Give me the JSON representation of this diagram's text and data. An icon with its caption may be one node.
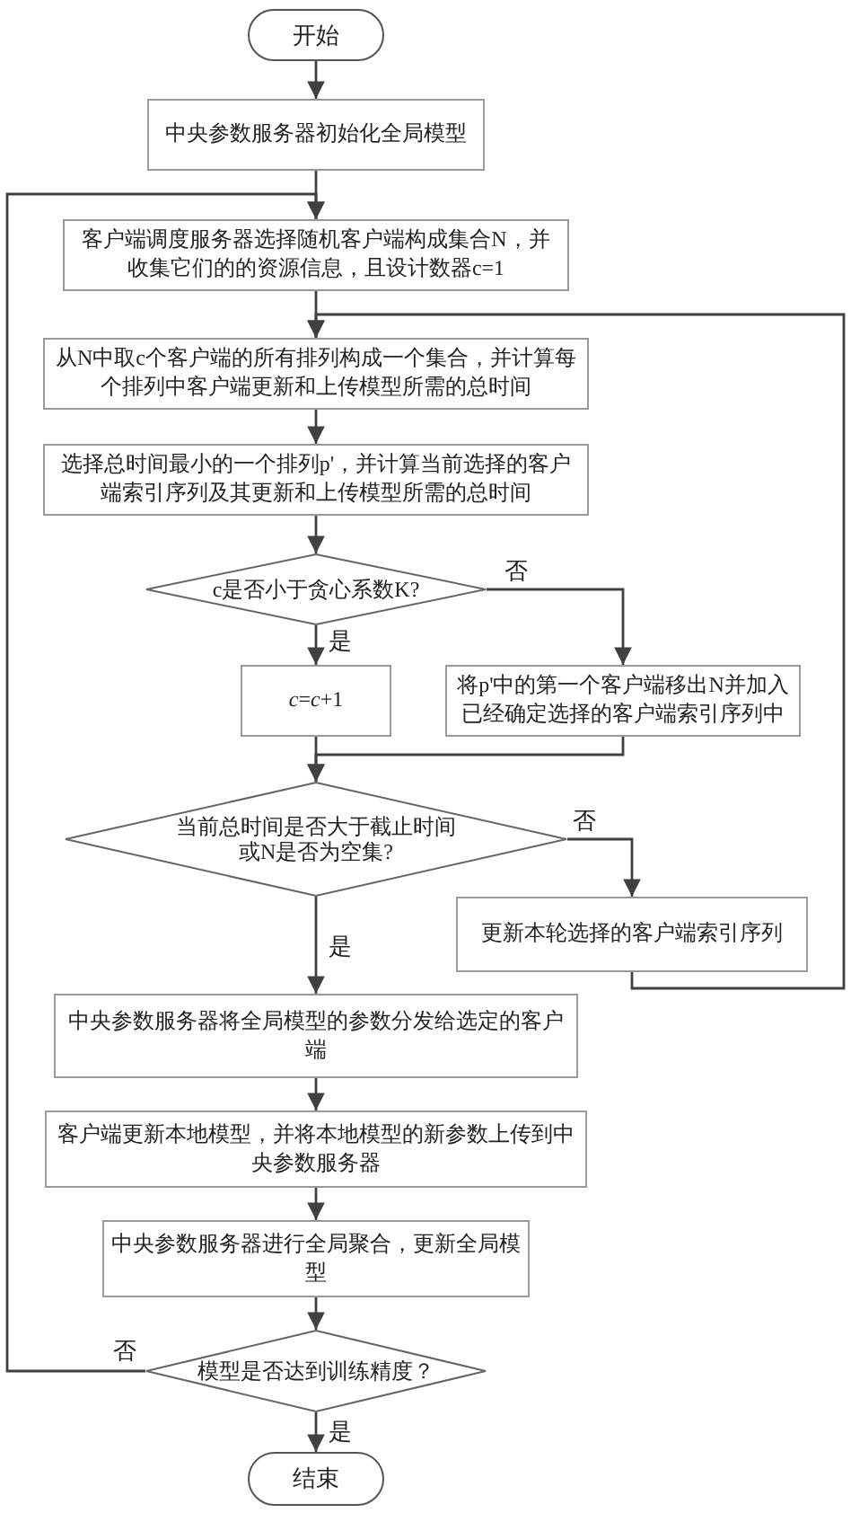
{
  "diagram": {
    "nodes": [
      {
        "text": [
          "开始"
        ]
      },
      {
        "text": [
          "中央参数服务器初始化全局模型"
        ]
      },
      {
        "text": [
          "客户端调度服务器选择随机客户端构成集合N，并收集它们的的资源信息，且设计数器c=1"
        ]
      },
      {
        "text": [
          "从N中取c个客户端的所有排列构成一个集合，并计算每个排列中客户端更新和上传模型所需的总时间"
        ]
      },
      {
        "text": [
          "选择总时间最小的一个排列p'，并计算当前选择的客户端索引序列及其更新和上传模型所需的总时间"
        ]
      },
      {
        "text": [
          "c是否小于贪心系数K?"
        ]
      },
      {
        "text": [
          "*c*=*c*+1"
        ]
      },
      {
        "text": [
          "将p'中的第一个客户端移出N并加入已经确定选择的客户端索引序列中"
        ]
      },
      {
        "text": [
          "当前总时间是否大于截止时间或N是否为空集?"
        ]
      },
      {
        "text": [
          "更新本轮选择的客户端索引序列"
        ]
      },
      {
        "text": [
          "中央参数服务器将全局模型的参数分发给选定的客户端"
        ]
      },
      {
        "text": [
          "客户端更新本地模型，并将本地模型的新参数上传到中央参数服务器"
        ]
      },
      {
        "text": [
          "中央参数服务器进行全局聚合，更新全局模型"
        ]
      },
      {
        "text": [
          "模型是否达到训练精度？"
        ]
      },
      {
        "text": [
          "结束"
        ]
      }
    ],
    "edges": [
      {
        "from": 0,
        "to": 1,
        "arrow": "to"
      },
      {
        "from": 1,
        "to": 2,
        "arrow": "to"
      },
      {
        "from": 2,
        "to": 3,
        "arrow": "to"
      },
      {
        "from": 3,
        "to": 4,
        "arrow": "to"
      },
      {
        "from": 4,
        "to": 5,
        "arrow": "to"
      },
      {
        "from": 5,
        "to": 6,
        "arrow": "to",
        "label": "是"
      },
      {
        "from": 5,
        "to": 7,
        "arrow": "to",
        "label": "否"
      },
      {
        "from": 6,
        "to": 8,
        "arrow": "to"
      },
      {
        "from": 7,
        "to": 8,
        "arrow": "to"
      },
      {
        "from": 8,
        "to": 9,
        "arrow": "to",
        "label": "否"
      },
      {
        "from": 9,
        "to": 3,
        "arrow": "to"
      },
      {
        "from": 8,
        "to": 10,
        "arrow": "to",
        "label": "是"
      },
      {
        "from": 10,
        "to": 11,
        "arrow": "to"
      },
      {
        "from": 11,
        "to": 12,
        "arrow": "to"
      },
      {
        "from": 12,
        "to": 13,
        "arrow": "to"
      },
      {
        "from": 13,
        "to": 14,
        "arrow": "to",
        "label": "是"
      },
      {
        "from": 13,
        "to": 2,
        "arrow": "to",
        "label": "否"
      }
    ]
  }
}
